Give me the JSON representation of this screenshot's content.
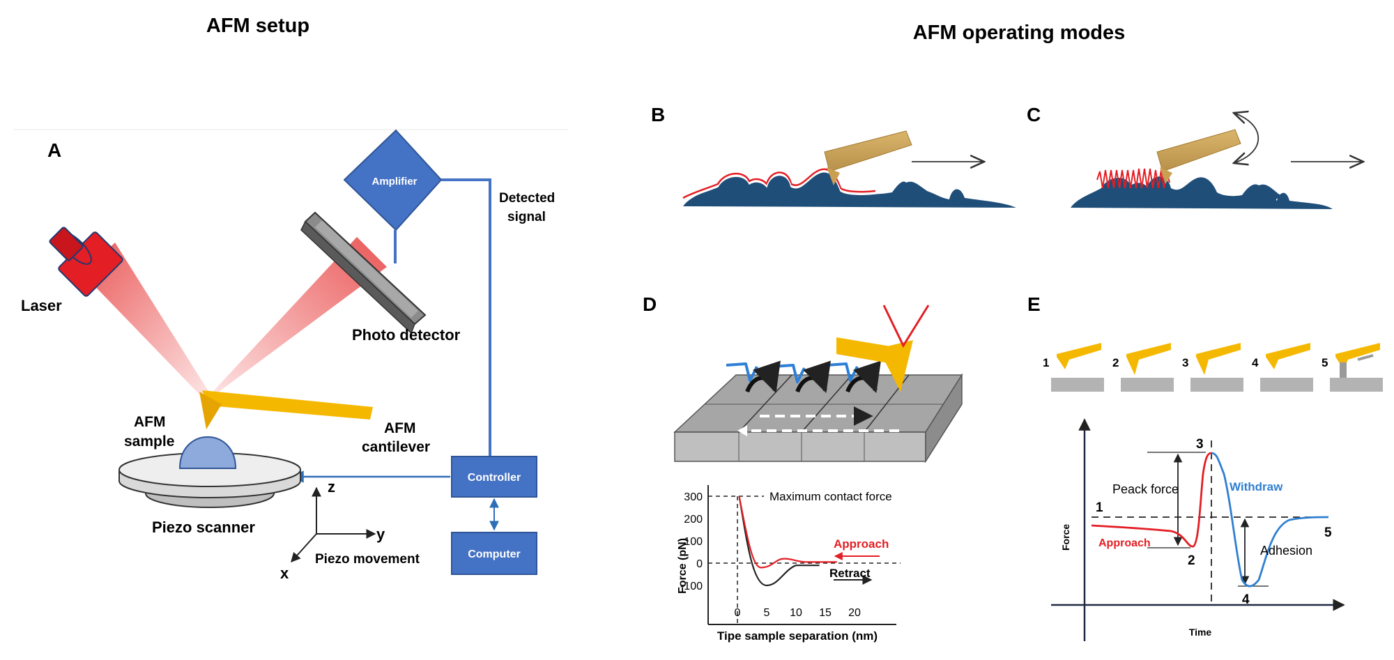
{
  "titles": {
    "left": "AFM setup",
    "right": "AFM operating modes"
  },
  "panels": {
    "a": "A",
    "b": "B",
    "c": "C",
    "d": "D",
    "e": "E"
  },
  "setup": {
    "laser": "Laser",
    "amplifier": "Amplifier",
    "detected_signal_1": "Detected",
    "detected_signal_2": "signal",
    "photo_detector": "Photo detector",
    "afm_sample_1": "AFM",
    "afm_sample_2": "sample",
    "afm_cantilever_1": "AFM",
    "afm_cantilever_2": "cantilever",
    "controller": "Controller",
    "computer": "Computer",
    "piezo_scanner": "Piezo scanner",
    "piezo_movement": "Piezo movement",
    "axis_z": "z",
    "axis_y": "y",
    "axis_x": "x"
  },
  "chart_d": {
    "annotation_max": "Maximum contact force",
    "approach": "Approach",
    "retract": "Retract",
    "ylabel": "Force (pN)",
    "xlabel": "Tipe sample separation (nm)",
    "yticks": [
      "300",
      "200",
      "100",
      "0",
      "-100"
    ],
    "xticks": [
      "0",
      "5",
      "10",
      "15",
      "20"
    ]
  },
  "chart_e": {
    "steps": [
      "1",
      "2",
      "3",
      "4",
      "5"
    ],
    "peak_force": "Peack force",
    "withdraw": "Withdraw",
    "approach": "Approach",
    "adhesion": "Adhesion",
    "ylabel": "Force",
    "xlabel": "Time",
    "p1": "1",
    "p2": "2",
    "p3": "3",
    "p4": "4",
    "p5": "5"
  },
  "colors": {
    "blue_box": "#4472c4",
    "wire": "#4472c4",
    "laser_red": "#e31e24",
    "cantilever": "#f5b800",
    "sample_dark": "#1f4e79",
    "approach_red": "#e31e24",
    "withdraw_blue": "#2f7fd0"
  }
}
